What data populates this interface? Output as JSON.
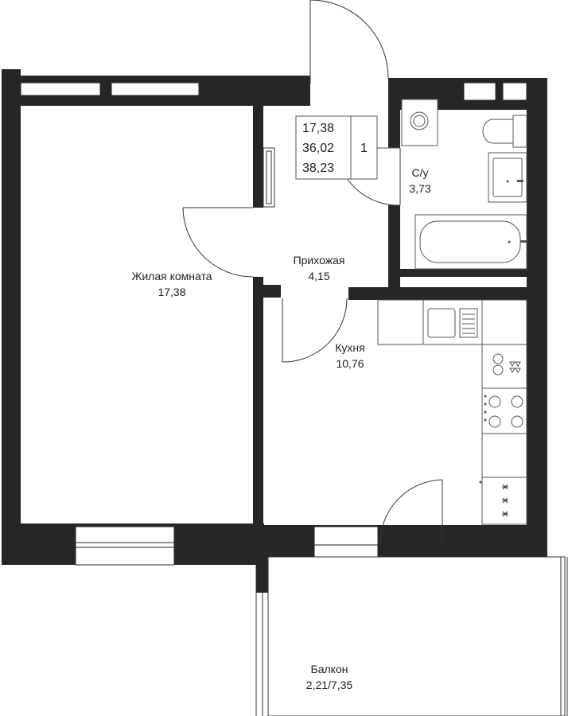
{
  "rooms": {
    "living": {
      "name": "Жилая комната",
      "area": "17,38"
    },
    "hall": {
      "name": "Прихожая",
      "area": "4,15"
    },
    "bath": {
      "name": "С/у",
      "area": "3,73"
    },
    "kitchen": {
      "name": "Кухня",
      "area": "10,76"
    },
    "balcony": {
      "name": "Балкон",
      "area": "2,21/7,35"
    }
  },
  "summary": {
    "living_area": "17,38",
    "total_area": "36,02",
    "total_area_with_balcony": "38,23",
    "rooms_count": "1"
  },
  "colors": {
    "wall": "#262626",
    "line": "#555555",
    "fixture": "#eeeeee"
  }
}
